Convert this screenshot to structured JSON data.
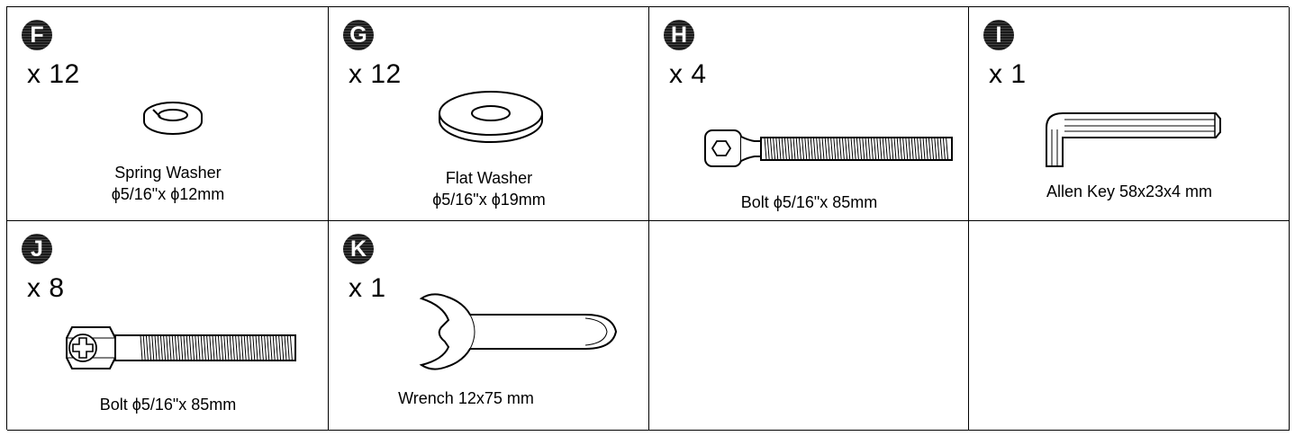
{
  "parts": [
    {
      "letter": "F",
      "quantity": "x 12",
      "name": "Spring Washer",
      "spec": "ϕ5/16\"x ϕ12mm"
    },
    {
      "letter": "G",
      "quantity": "x 12",
      "name": "Flat Washer",
      "spec": "ϕ5/16\"x ϕ19mm"
    },
    {
      "letter": "H",
      "quantity": "x 4",
      "label": "Bolt  ϕ5/16\"x 85mm"
    },
    {
      "letter": "I",
      "quantity": "x 1",
      "label": "Allen Key  58x23x4 mm"
    },
    {
      "letter": "J",
      "quantity": "x 8",
      "label": "Bolt  ϕ5/16\"x 85mm"
    },
    {
      "letter": "K",
      "quantity": "x 1",
      "label": "Wrench 12x75 mm"
    }
  ]
}
